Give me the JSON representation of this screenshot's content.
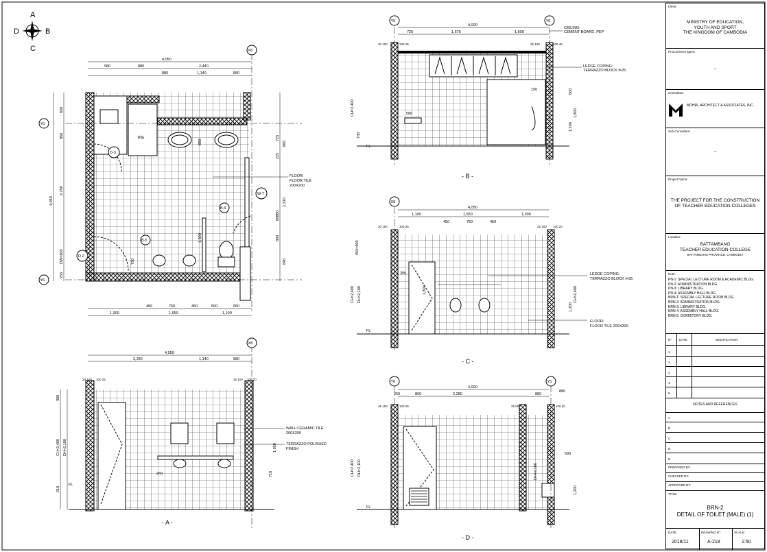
{
  "compass": {
    "north": "A",
    "south": "C",
    "west": "D",
    "east": "B"
  },
  "views": {
    "plan": {
      "dims_top_total": "4,050",
      "dims_top": [
        "980",
        "880",
        "2,440"
      ],
      "dims_top2": [
        "880",
        "1,140",
        "880"
      ],
      "dims_bottom": [
        "450",
        "750",
        "450",
        "500",
        "650"
      ],
      "dims_bottom2": [
        "1,300",
        "1,650",
        "1,100"
      ],
      "dims_left": [
        "650",
        "850",
        "2,250",
        "DW=800",
        "255"
      ],
      "dims_left_total": "4,050",
      "dims_right": [
        "725",
        "880",
        "225",
        "880",
        "2,310",
        "880",
        "380",
        "840"
      ],
      "grid": [
        "X8",
        "Y5",
        "Y6"
      ],
      "tags": [
        "FS",
        "D-3",
        "D-2",
        "W-7",
        "B-5",
        "B-6"
      ],
      "floor_note": [
        "FLOOR:",
        "FLOOR TILE",
        "200X200"
      ],
      "misc": [
        "880",
        "1,300",
        "730"
      ]
    },
    "A": {
      "title": "- A -",
      "dims_top_total": "4,050",
      "dims_top": [
        "2,280",
        "1,140",
        "880"
      ],
      "dims_sub": [
        "20 100",
        "100 25",
        "25 100",
        "100 20"
      ],
      "wall_note": [
        "WALL:CERAMIC TILE",
        "200X200"
      ],
      "finish_note": [
        "TERRAZZO POLISHED",
        "FINISH"
      ],
      "grid": "X8",
      "heights": [
        "CH=2,400",
        "DH=2,100",
        "380",
        "210",
        "1,050",
        "710",
        "260"
      ],
      "fl": "FL"
    },
    "B": {
      "title": "- B -",
      "dims_top_total": "4,000",
      "dims_top": [
        "725",
        "1,675",
        "1,600"
      ],
      "dims_sub": [
        "20 100",
        "100 25",
        "25 100",
        "100 45"
      ],
      "ceiling_note": [
        "CEILING:",
        "CEMENT BOARD, PEP"
      ],
      "ledge_note": [
        "LEDGE COPING:",
        "TERRAZZO BLOCK t=25"
      ],
      "grid": [
        "Y5",
        "Y6"
      ],
      "heights": [
        "CH=2,400",
        "600",
        "1,800",
        "1,200",
        "730",
        "150",
        "580"
      ],
      "fl": "FL"
    },
    "C": {
      "title": "- C -",
      "dims_top_total": "4,050",
      "dims_top": [
        "1,100",
        "1,650",
        "1,300"
      ],
      "dims_top2": [
        "450",
        "750",
        "450"
      ],
      "dims_sub": [
        "20 100",
        "100 25",
        "25 100",
        "100 20"
      ],
      "ledge_note": [
        "LEDGE COPING:",
        "TERRAZZO BLOCK t=25"
      ],
      "floor_note": [
        "FLOOR:",
        "FLOOR TILE 200X200"
      ],
      "grid": "X8",
      "heights": [
        "WH=600",
        "CH=2,400",
        "DH=2,100",
        "CH=2,400",
        "1,800",
        "1,200",
        "255"
      ],
      "fl": "FL"
    },
    "D": {
      "title": "- D -",
      "dims_top_total": "4,000",
      "dims_top": [
        "2,280",
        "880",
        "880"
      ],
      "dims_top2": [
        "260",
        "800"
      ],
      "dims_sub": [
        "45 100",
        "100 25",
        "25 50",
        "100 20"
      ],
      "grid": [
        "Y6",
        "Y5"
      ],
      "heights": [
        "CH=2,400",
        "DH=2,100",
        "DH=2,100",
        "1,200",
        "500"
      ],
      "fl": "FL"
    }
  },
  "title_block": {
    "client_label": "Client:",
    "client": [
      "MINISTRY OF EDUCATION,",
      "YOUTH AND SPORT",
      "THE KINGDOM OF CAMBODIA"
    ],
    "procurement_label": "Procurement agent:",
    "procurement": "–",
    "consultant_label": "Consultant:",
    "consultant_name": "MOHRI, ARCHITECT & ASSOCIATES, INC.",
    "subconsultant_label": "Sub-Consultant:",
    "subconsultant": "–",
    "project_label": "Project Name:",
    "project": [
      "THE PROJECT FOR THE CONSTRUCTION",
      "OF TEACHER EDUCATION COLLEGES"
    ],
    "location_label": "Location:",
    "location": [
      "BATTAMBANG",
      "TEACHER EDUCATION COLLEGE"
    ],
    "location_sub": "BATTAMBANG PROVINCE, CAMBODIA",
    "note_label": "Note:",
    "notes": [
      "PN-1: SPECIAL LECTURE ROOM & ACADEMIC BLDG.",
      "PN-2: ADMINISTRATION BLDG.",
      "PN-3: LIBRARY BLDG.",
      "PN-4: ASSEMBLY HALL BLDG.",
      "BRN-1: SPECIAL LECTURE ROOM BLDG.",
      "BRN-2: ADMINISTRATION BLDG.",
      "BRN-3: LIBRARY BLDG.",
      "BRN-4: ASSEMBLY HALL BLDG.",
      "BRN-5: DORMITORY BLDG."
    ],
    "rev_headers": [
      "N°",
      "DATE",
      "MODIFICATION"
    ],
    "rev_rows": [
      "1",
      "2",
      "3",
      "4",
      "5"
    ],
    "notes_refs": "NOTES AND REFERENCES",
    "ref_rows": [
      "A",
      "B",
      "C",
      "D",
      "E"
    ],
    "prepared": "PREPARED BY:",
    "checked": "CHECKED BY:",
    "approved": "APPROVED BY:",
    "title_label": "TITLE:",
    "title": [
      "BRN-2",
      "DETAIL OF TOILET (MALE) (1)"
    ],
    "date_label": "DATE:",
    "date": "2018/11",
    "drawing_label": "DRAWING N°:",
    "drawing": "A-218",
    "scale_label": "SCALE:",
    "scale": "1:50"
  }
}
